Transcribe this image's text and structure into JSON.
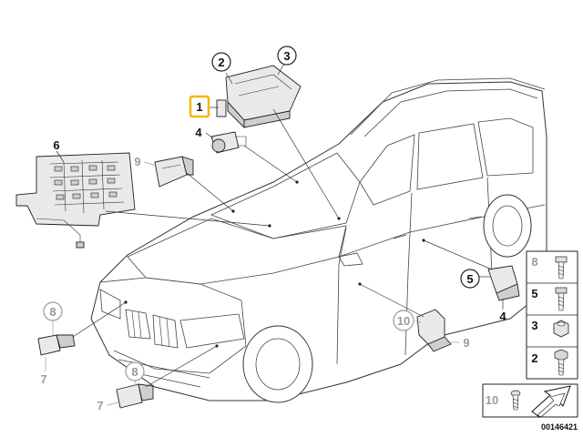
{
  "diagram": {
    "id_code": "00146421",
    "callouts": [
      {
        "key": "c1",
        "label": "1"
      },
      {
        "key": "c2",
        "label": "2"
      },
      {
        "key": "c3",
        "label": "3"
      },
      {
        "key": "c4a",
        "label": "4"
      },
      {
        "key": "c4b",
        "label": "4"
      },
      {
        "key": "c5",
        "label": "5"
      },
      {
        "key": "c6",
        "label": "6"
      },
      {
        "key": "c7a",
        "label": "7"
      },
      {
        "key": "c7b",
        "label": "7"
      },
      {
        "key": "c8a",
        "label": "8"
      },
      {
        "key": "c8b",
        "label": "8"
      },
      {
        "key": "c9a",
        "label": "9"
      },
      {
        "key": "c9b",
        "label": "9"
      },
      {
        "key": "c10",
        "label": "10"
      }
    ],
    "legend": {
      "rows": [
        {
          "label": "8",
          "muted": true
        },
        {
          "label": "5",
          "muted": false
        },
        {
          "label": "3",
          "muted": false
        },
        {
          "label": "2",
          "muted": false
        }
      ],
      "bottom_label": "10"
    },
    "colors": {
      "highlight": "#f2b705",
      "muted_text": "#9a9a9a",
      "line": "#222222"
    }
  }
}
